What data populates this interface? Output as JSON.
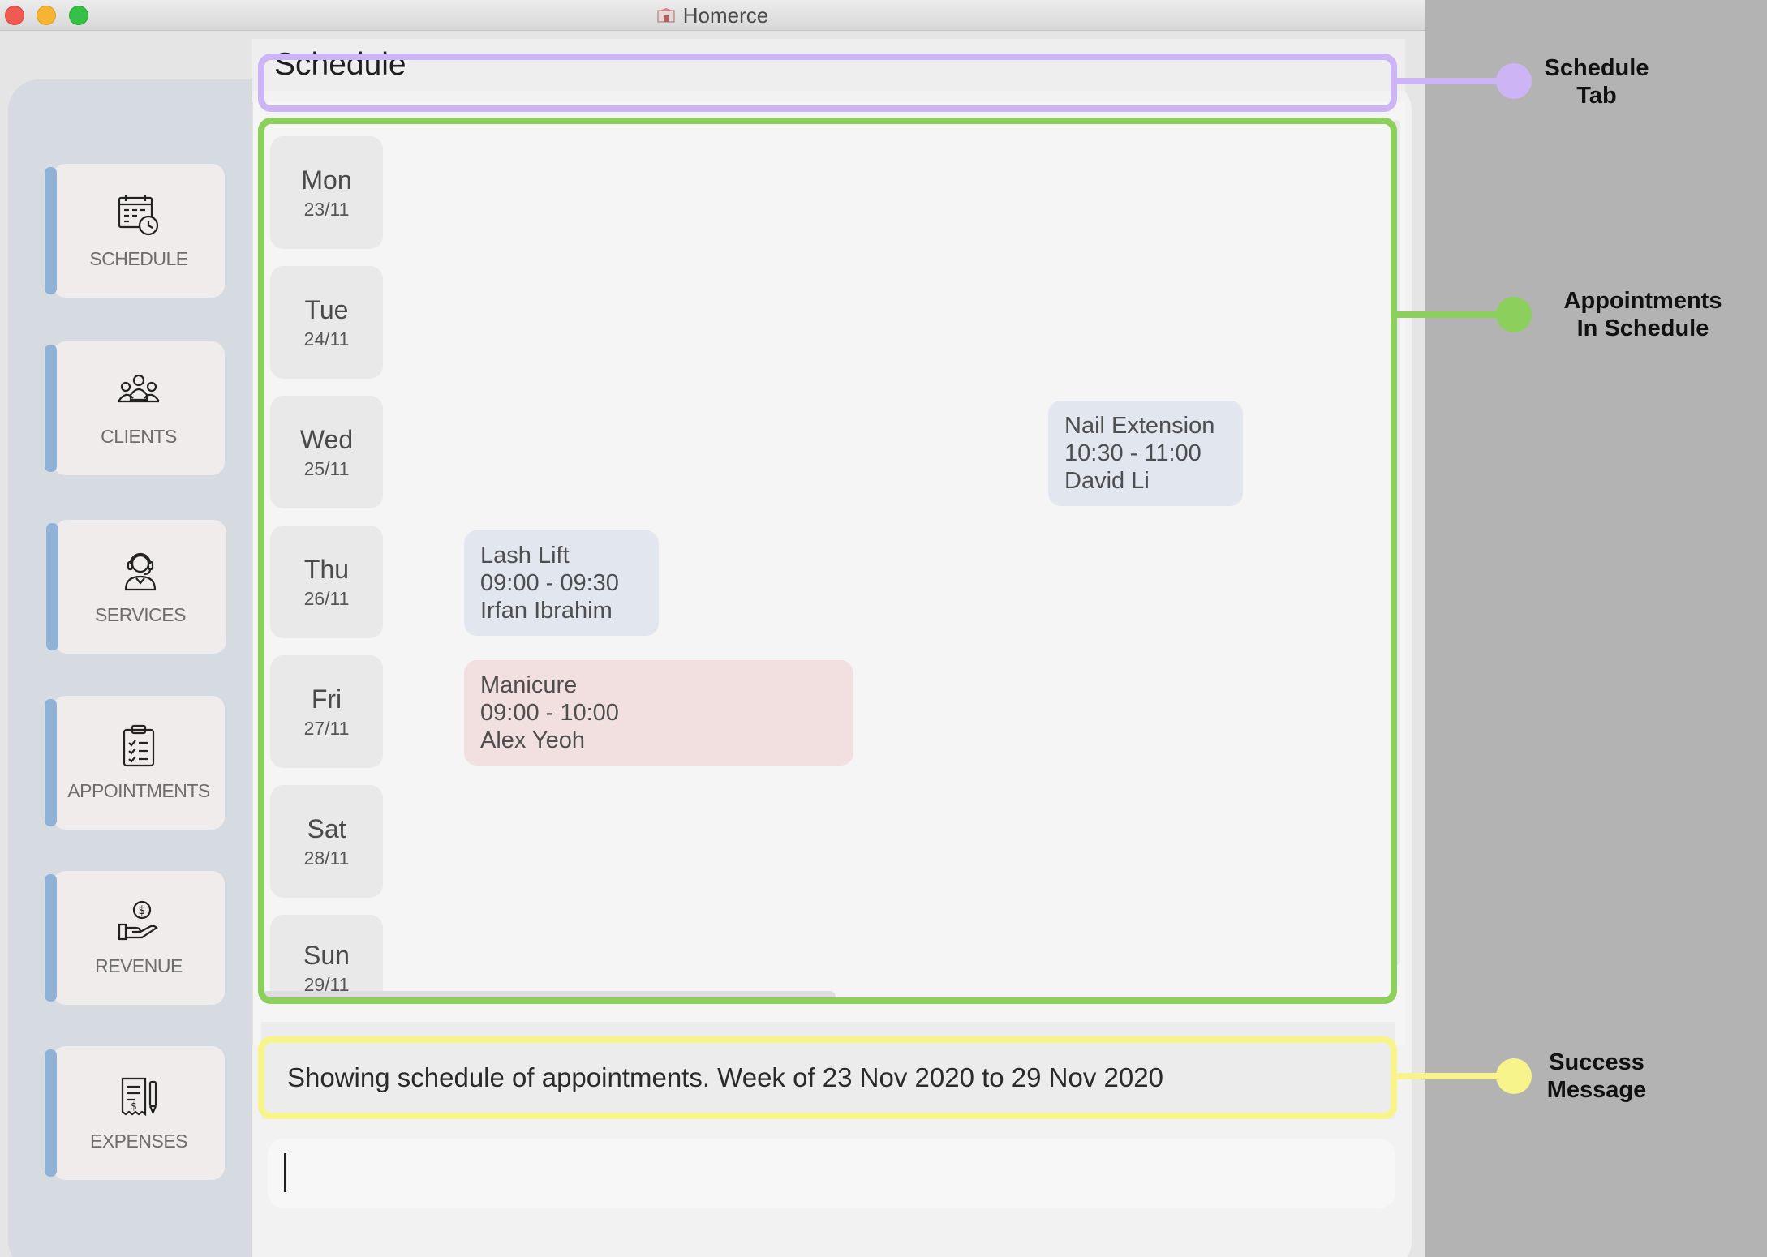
{
  "window": {
    "title": "Homerce"
  },
  "sidebar": {
    "items": [
      {
        "label": "SCHEDULE",
        "icon": "calendar-clock-icon"
      },
      {
        "label": "CLIENTS",
        "icon": "people-icon"
      },
      {
        "label": "SERVICES",
        "icon": "headset-person-icon"
      },
      {
        "label": "APPOINTMENTS",
        "icon": "clipboard-check-icon"
      },
      {
        "label": "REVENUE",
        "icon": "hand-coin-icon"
      },
      {
        "label": "EXPENSES",
        "icon": "receipt-pen-icon"
      }
    ]
  },
  "tab": {
    "title": "Schedule"
  },
  "schedule": {
    "days": [
      {
        "name": "Mon",
        "date": "23/11"
      },
      {
        "name": "Tue",
        "date": "24/11"
      },
      {
        "name": "Wed",
        "date": "25/11"
      },
      {
        "name": "Thu",
        "date": "26/11"
      },
      {
        "name": "Fri",
        "date": "27/11"
      },
      {
        "name": "Sat",
        "date": "28/11"
      },
      {
        "name": "Sun",
        "date": "29/11"
      }
    ],
    "appointments": [
      {
        "day": "Wed",
        "service": "Nail Extension",
        "time": "10:30 - 11:00",
        "client": "David Li"
      },
      {
        "day": "Thu",
        "service": "Lash Lift",
        "time": "09:00 - 09:30",
        "client": "Irfan Ibrahim"
      },
      {
        "day": "Fri",
        "service": "Manicure",
        "time": "09:00 - 10:00",
        "client": "Alex Yeoh"
      }
    ]
  },
  "result": {
    "message": "Showing schedule of appointments. Week of 23 Nov 2020 to 29 Nov 2020"
  },
  "command": {
    "value": ""
  },
  "annotations": {
    "schedule_tab": [
      "Schedule",
      "Tab"
    ],
    "appointments": [
      "Appointments",
      "In Schedule"
    ],
    "success": [
      "Success",
      "Message"
    ]
  },
  "colors": {
    "annotation_purple": "#cdb4f5",
    "annotation_green": "#8ccf5c",
    "annotation_yellow": "#f6f48a",
    "sidebar_accent": "#8fb2d6",
    "appointment_blue": "#e1e6ef",
    "appointment_pink": "#f2e0e0"
  }
}
